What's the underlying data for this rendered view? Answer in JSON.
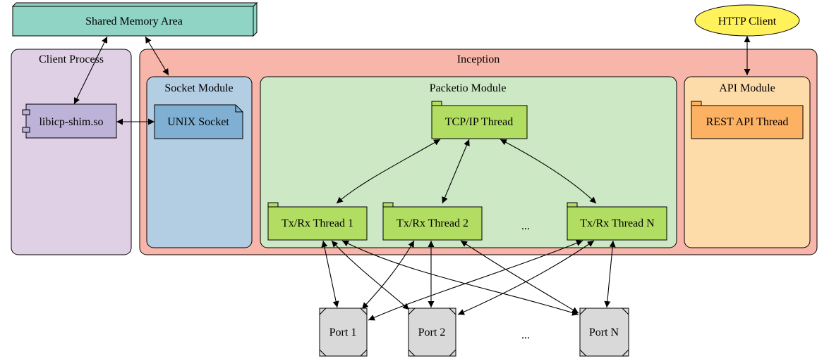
{
  "nodes": {
    "shared_memory": "Shared Memory Area",
    "http_client": "HTTP Client",
    "client_process": "Client Process",
    "inception": "Inception",
    "socket_module": "Socket Module",
    "packetio_module": "Packetio Module",
    "api_module": "API Module",
    "shim": "libicp-shim.so",
    "unix_socket": "UNIX Socket",
    "tcpip_thread": "TCP/IP Thread",
    "rest_api_thread": "REST API Thread",
    "tx_rx_1": "Tx/Rx Thread 1",
    "tx_rx_2": "Tx/Rx Thread 2",
    "tx_rx_ellipsis": "...",
    "tx_rx_n": "Tx/Rx Thread N",
    "port_1": "Port 1",
    "port_2": "Port 2",
    "port_ellipsis": "...",
    "port_n": "Port N"
  },
  "colors": {
    "shared_memory": "#8fd4c4",
    "http_client": "#fff25a",
    "client_process": "#e0d0e6",
    "inception": "#f8b5aa",
    "socket_module": "#b3cde3",
    "unix_socket": "#7fb0d3",
    "packetio_module": "#cce8c4",
    "thread": "#b2dd63",
    "api_module": "#fddcaa",
    "rest_api_thread": "#fdb163",
    "shim": "#bdb3d9",
    "port": "#d9d9d9"
  },
  "edges": [
    [
      "shared_memory",
      "shim"
    ],
    [
      "shared_memory",
      "socket_module"
    ],
    [
      "http_client",
      "api_module"
    ],
    [
      "shim",
      "unix_socket"
    ],
    [
      "tcpip_thread",
      "tx_rx_1"
    ],
    [
      "tcpip_thread",
      "tx_rx_2"
    ],
    [
      "tcpip_thread",
      "tx_rx_n"
    ],
    [
      "tx_rx_1",
      "port_1"
    ],
    [
      "tx_rx_1",
      "port_2"
    ],
    [
      "tx_rx_1",
      "port_n"
    ],
    [
      "tx_rx_2",
      "port_1"
    ],
    [
      "tx_rx_2",
      "port_2"
    ],
    [
      "tx_rx_2",
      "port_n"
    ],
    [
      "tx_rx_n",
      "port_1"
    ],
    [
      "tx_rx_n",
      "port_2"
    ],
    [
      "tx_rx_n",
      "port_n"
    ]
  ]
}
